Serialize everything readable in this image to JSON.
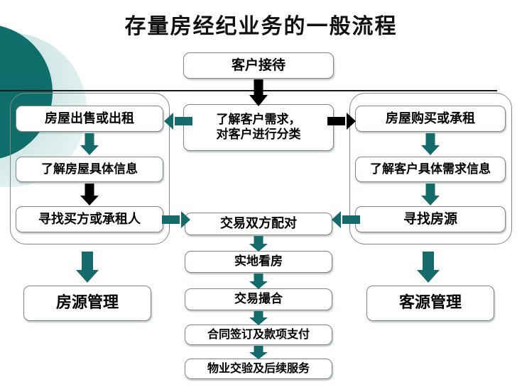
{
  "page": {
    "title": "存量房经纪业务的一般流程",
    "colors": {
      "teal_dark": "#0f6d6a",
      "teal_arrow": "#156b69",
      "black_arrow": "#000000",
      "box_border": "#7d8a8a",
      "background": "#ffffff"
    }
  },
  "nodes": {
    "reception": "客户接待",
    "center_classify": "了解客户需求，\n对客户进行分类",
    "center_classify_line1": "了解客户需求，",
    "center_classify_line2": "对客户进行分类",
    "left_sell_rent": "房屋出售或出租",
    "left_house_info": "了解房屋具体信息",
    "left_find_buyer": "寻找买方或承租人",
    "right_buy_rent": "房屋购买或承租",
    "right_need_info": "了解客户具体需求信息",
    "right_find_house": "寻找房源",
    "match_parties": "交易双方配对",
    "site_visit": "实地看房",
    "deal_broker": "交易撮合",
    "contract_payment": "合同签订及款项支付",
    "handover_service": "物业交验及后续服务",
    "listing_mgmt": "房源管理",
    "client_mgmt": "客源管理"
  },
  "arrows": {
    "reception_to_center": "down-black",
    "center_to_left": "left-teal",
    "center_to_right": "right-black",
    "left_1_to_2": "down-teal",
    "left_2_to_3": "down-black",
    "right_1_to_2": "down-teal",
    "right_2_to_3": "down-teal",
    "left_to_match": "right-teal",
    "right_to_match": "left-teal",
    "match_to_visit": "down-teal",
    "visit_to_broker": "down-teal",
    "broker_to_contract": "down-teal",
    "contract_to_handover": "down-teal",
    "leftgroup_to_listing": "down-teal",
    "rightgroup_to_client": "down-teal"
  }
}
